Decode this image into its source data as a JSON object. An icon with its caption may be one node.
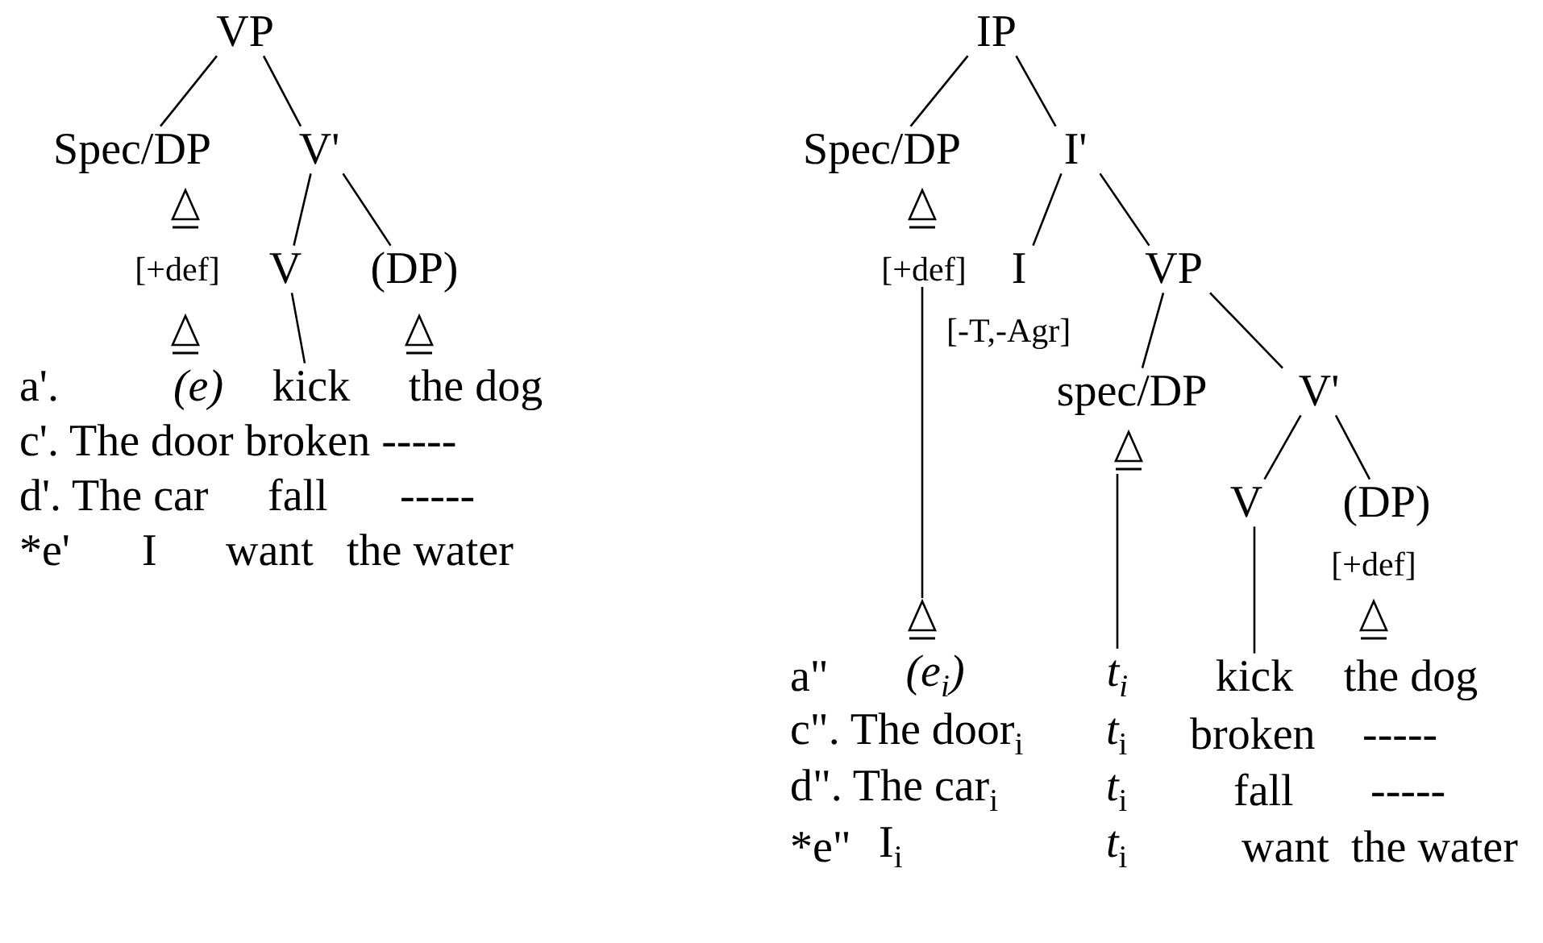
{
  "diagram": {
    "nodes": [
      {
        "text": [
          "VP"
        ]
      },
      {
        "text": [
          "Spec/DP"
        ]
      },
      {
        "text": [
          "V'"
        ]
      },
      {
        "text": [],
        "shape": "triangle"
      },
      {
        "text": [
          "[+def]"
        ]
      },
      {
        "text": [
          "V"
        ]
      },
      {
        "text": [
          "(DP)"
        ]
      },
      {
        "text": [],
        "shape": "triangle"
      },
      {
        "text": [],
        "shape": "triangle"
      },
      {
        "text": [
          "(e)"
        ]
      },
      {
        "text": [
          "kick"
        ]
      },
      {
        "text": [
          "the dog"
        ]
      },
      {
        "text": [
          "IP"
        ]
      },
      {
        "text": [
          "Spec/DP"
        ]
      },
      {
        "text": [
          "I'"
        ]
      },
      {
        "text": [],
        "shape": "triangle"
      },
      {
        "text": [
          "[+def]"
        ]
      },
      {
        "text": [
          "I"
        ]
      },
      {
        "text": [
          "VP"
        ]
      },
      {
        "text": [
          "spec/DP"
        ]
      },
      {
        "text": [
          "V'"
        ]
      },
      {
        "text": [],
        "shape": "triangle"
      },
      {
        "text": [
          "V"
        ]
      },
      {
        "text": [
          "(DP)"
        ]
      },
      {
        "text": [
          "[+def]"
        ]
      },
      {
        "text": [],
        "shape": "triangle"
      },
      {
        "text": [],
        "shape": "triangle"
      },
      {
        "text": [
          "(e$_{i}$)"
        ]
      },
      {
        "text": [
          "t$_{i}$"
        ]
      },
      {
        "text": [
          "kick"
        ]
      },
      {
        "text": [
          "the dog"
        ]
      }
    ],
    "edges": [
      {
        "from": 0,
        "to": 1,
        "arrow": "none"
      },
      {
        "from": 0,
        "to": 2,
        "arrow": "none"
      },
      {
        "from": 2,
        "to": 5,
        "arrow": "none"
      },
      {
        "from": 2,
        "to": 6,
        "arrow": "none"
      },
      {
        "from": 5,
        "to": 10,
        "arrow": "none"
      },
      {
        "from": 12,
        "to": 13,
        "arrow": "none"
      },
      {
        "from": 12,
        "to": 14,
        "arrow": "none"
      },
      {
        "from": 14,
        "to": 17,
        "arrow": "none"
      },
      {
        "from": 14,
        "to": 18,
        "arrow": "none"
      },
      {
        "from": 18,
        "to": 19,
        "arrow": "none"
      },
      {
        "from": 18,
        "to": 20,
        "arrow": "none"
      },
      {
        "from": 16,
        "to": 25,
        "arrow": "none"
      },
      {
        "from": 20,
        "to": 22,
        "arrow": "none"
      },
      {
        "from": 20,
        "to": 23,
        "arrow": "none"
      },
      {
        "from": 21,
        "to": 28,
        "arrow": "none"
      },
      {
        "from": 22,
        "to": 29,
        "arrow": "none"
      }
    ],
    "labels": [
      "a'.",
      "c'. The door broken -----",
      "d'. The car",
      "fall",
      "-----",
      "*e'",
      "I",
      "want",
      "the water",
      "[-T,-Agr]",
      "a\"",
      "c\". The door$_{i}$",
      "*t*$_{i}$",
      "broken",
      "-----",
      "d\". The car$_{i}$",
      "*t*$_{i}$",
      "fall",
      "-----",
      "*e\"",
      "I$_{i}$",
      "*t*$_{i}$",
      "want",
      "the water"
    ]
  }
}
